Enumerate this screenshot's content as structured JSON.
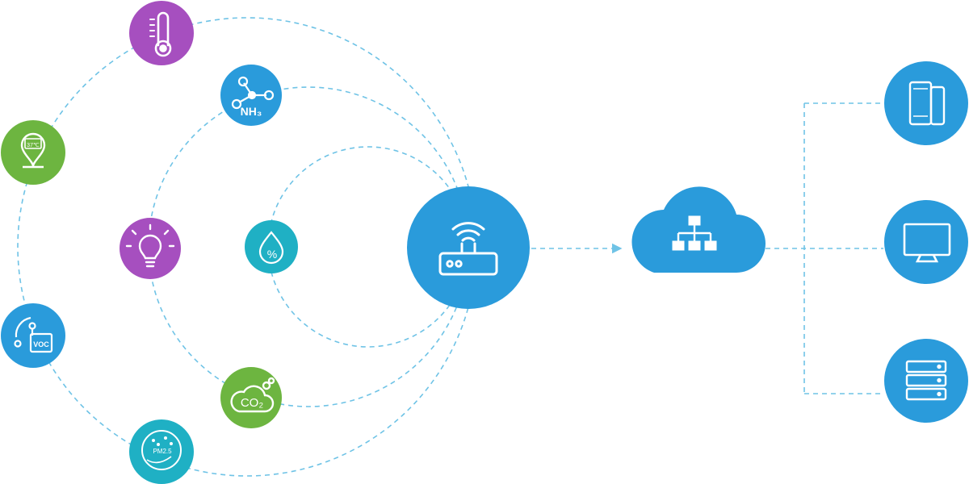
{
  "colors": {
    "purple": "#a64fbf",
    "blue": "#2a9bdb",
    "green": "#6db540",
    "teal": "#1fb0c4",
    "connector": "#6fc3e6"
  },
  "sensors": [
    {
      "id": "temperature",
      "icon": "thermometer-icon",
      "color": "purple",
      "label": ""
    },
    {
      "id": "ammonia",
      "icon": "molecule-icon",
      "color": "blue",
      "label": "NH₃"
    },
    {
      "id": "body-temperature",
      "icon": "thermometer-gun-icon",
      "color": "green",
      "label": "37℃"
    },
    {
      "id": "light",
      "icon": "lightbulb-icon",
      "color": "purple",
      "label": ""
    },
    {
      "id": "humidity",
      "icon": "water-drop-percent-icon",
      "color": "teal",
      "label": "%"
    },
    {
      "id": "voc",
      "icon": "voc-sensor-icon",
      "color": "blue",
      "label": "VOC"
    },
    {
      "id": "co2",
      "icon": "co2-cloud-icon",
      "color": "green",
      "label": "CO₂"
    },
    {
      "id": "pm25",
      "icon": "particulate-icon",
      "color": "teal",
      "label": "PM2.5"
    }
  ],
  "gateway": {
    "icon": "router-icon",
    "color": "blue"
  },
  "cloud": {
    "icon": "network-hierarchy-icon",
    "color": "blue"
  },
  "clients": [
    {
      "id": "mobile",
      "icon": "smartphone-icon",
      "color": "blue"
    },
    {
      "id": "desktop",
      "icon": "monitor-icon",
      "color": "blue"
    },
    {
      "id": "server",
      "icon": "server-rack-icon",
      "color": "blue"
    }
  ]
}
